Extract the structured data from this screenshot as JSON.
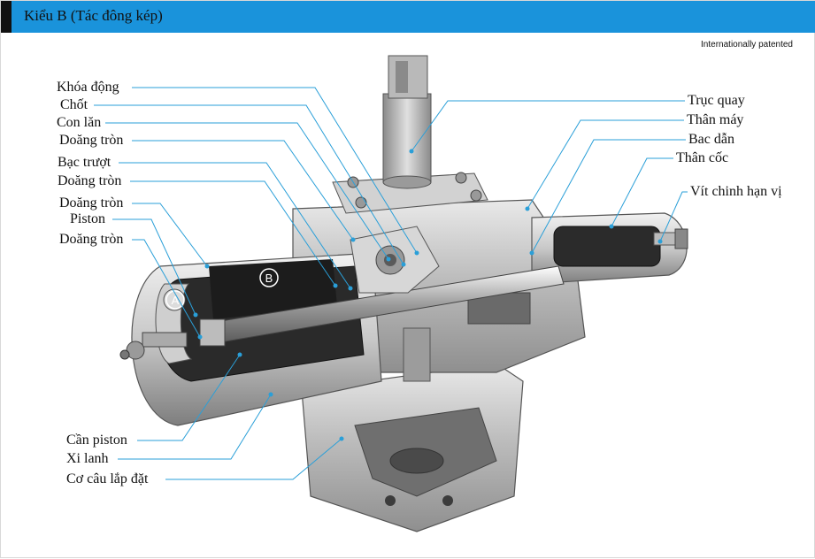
{
  "header": {
    "title": "Kiểu B (Tác đông kép)"
  },
  "patent_note": "Internationally patented",
  "left_labels": [
    "Khóa động",
    "Chốt",
    "Con lăn",
    "Doăng tròn",
    "Bạc trượt",
    "Doăng tròn",
    "Doăng tròn",
    "Piston",
    "Doăng tròn"
  ],
  "right_labels": [
    "Trục quay",
    "Thân máy",
    "Bac dẫn",
    "Thân cốc",
    "Vít chinh hạn vị"
  ],
  "bottom_labels": [
    "Cần piston",
    "Xi lanh",
    "Cơ câu lắp đặt"
  ],
  "chamber_markers": {
    "a": "A",
    "b": "B"
  },
  "colors": {
    "header": "#1a93db",
    "leader": "#2a9fd8"
  }
}
